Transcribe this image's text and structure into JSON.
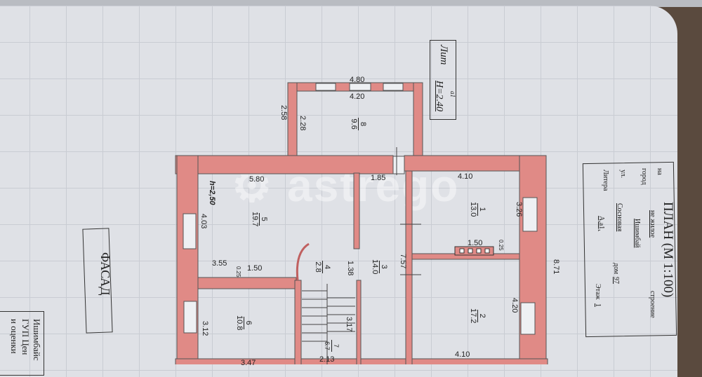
{
  "title_block": {
    "title": "ПЛАН (М 1:100)",
    "line_na_label": "на",
    "line_na_value": "не жилое",
    "line_na_suffix": "строение",
    "city_label": "город",
    "city_value": "Ишимбай",
    "street_label": "ул.",
    "street_value": "Сосновая",
    "house_label": "дом",
    "house_value": "97",
    "litera_label": "Литера",
    "litera_value": "А,а1,",
    "floor_label": "Этаж",
    "floor_value": "1"
  },
  "lit_box": {
    "label": "Лит",
    "sub": "а1",
    "height": "H=2.40"
  },
  "facade_label": "ФАСАД",
  "footer_lines": [
    "Ишимбайс",
    "ГУП Цен",
    "и оценки"
  ],
  "watermark": "astrego",
  "height_note": "h=2,50",
  "rooms": [
    {
      "number": "1",
      "area": "13.0"
    },
    {
      "number": "2",
      "area": "17.2"
    },
    {
      "number": "3",
      "area": "14.0"
    },
    {
      "number": "4",
      "area": "2.8"
    },
    {
      "number": "5",
      "area": "19.7"
    },
    {
      "number": "6",
      "area": "10.8"
    },
    {
      "number": "7",
      "area": "6.7"
    },
    {
      "number": "8",
      "area": "9.6"
    }
  ],
  "dimensions": {
    "annex_outer": "4.80",
    "annex_inner": "4.20",
    "annex_side_outer": "2.58",
    "annex_side_inner": "2.28",
    "r5_top": "5.80",
    "door": "1.85",
    "r1_top": "4.10",
    "r1_side": "3.26",
    "right_total": "8.71",
    "r2_side": "4.20",
    "r2_bottom": "4.10",
    "corridor": "7.57",
    "r4_side": "1.38",
    "r5_side": "4.03",
    "r5_bottom": "3.55",
    "niche": "1.50",
    "niche_depth": "0.25",
    "chimney": "1.50",
    "chimney_depth": "0.25",
    "r6_side": "3.12",
    "r6_bottom": "3.47",
    "stair_len": "3.17",
    "stair_width": "2.13"
  },
  "colors": {
    "wall": "#e08a86",
    "paper": "#dfe1e6"
  }
}
